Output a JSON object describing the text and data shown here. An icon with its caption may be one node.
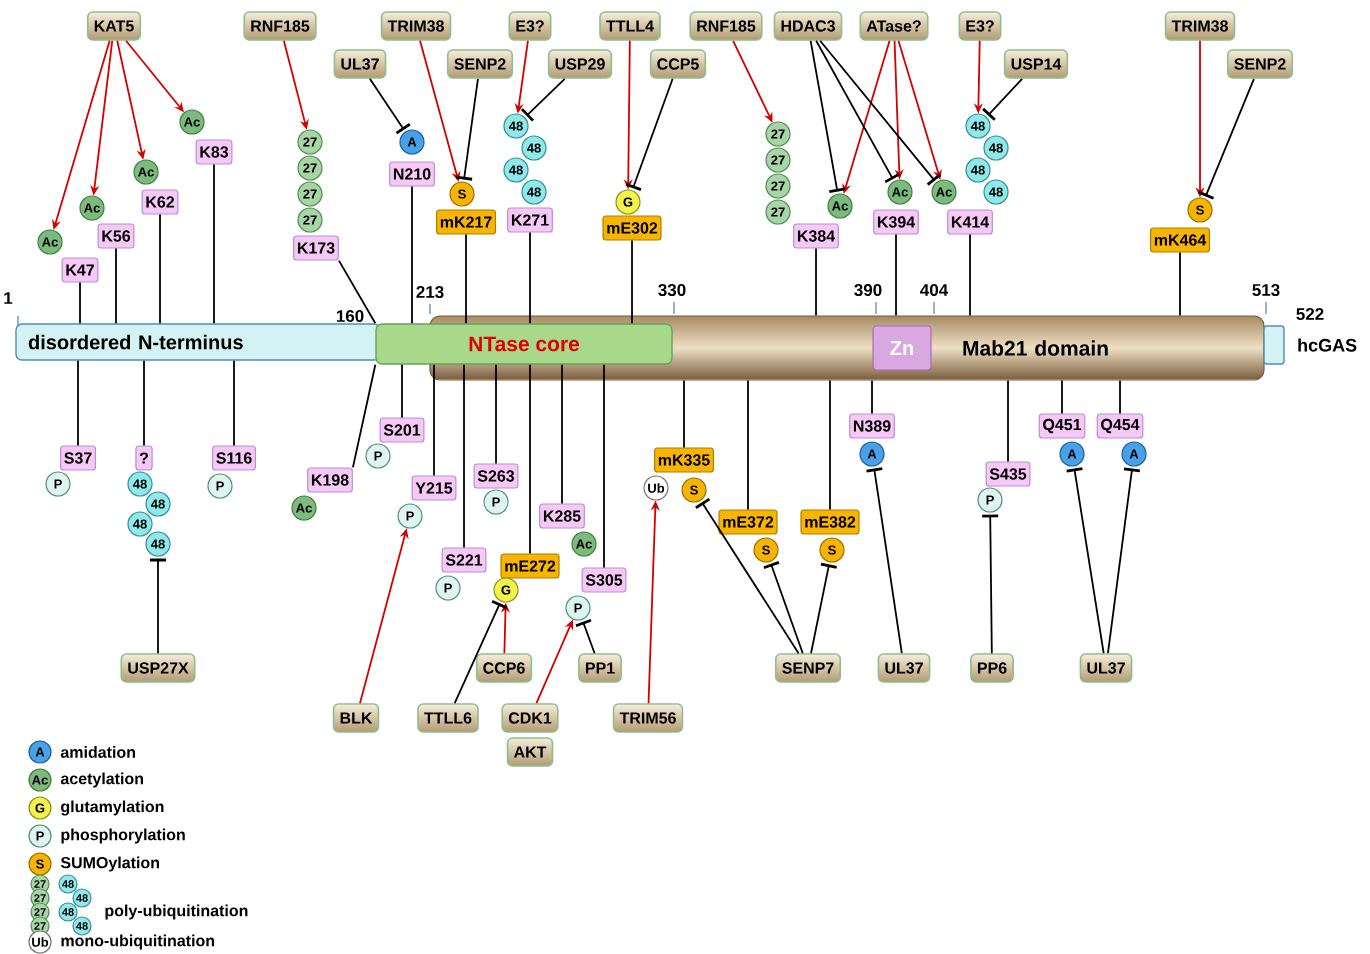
{
  "diagram": {
    "nodes": [
      {
        "text": [
          "disordered N-terminus"
        ]
      },
      {
        "text": [
          "NTase core"
        ]
      },
      {
        "text": [
          "Mab21 domain"
        ]
      },
      {
        "text": [
          "Zn"
        ],
        "in": 2
      },
      {
        "text": [],
        "shape": "bar",
        "beside": [
          "hcGAS"
        ]
      },
      {
        "text": [
          "KAT5"
        ]
      },
      {
        "text": [
          "RNF185"
        ]
      },
      {
        "text": [
          "UL37"
        ]
      },
      {
        "text": [
          "TRIM38"
        ]
      },
      {
        "text": [
          "SENP2"
        ]
      },
      {
        "text": [
          "E3?"
        ]
      },
      {
        "text": [
          "USP29"
        ]
      },
      {
        "text": [
          "TTLL4"
        ]
      },
      {
        "text": [
          "CCP5"
        ]
      },
      {
        "text": [
          "RNF185"
        ]
      },
      {
        "text": [
          "HDAC3"
        ]
      },
      {
        "text": [
          "ATase?"
        ]
      },
      {
        "text": [
          "E3?"
        ]
      },
      {
        "text": [
          "USP14"
        ]
      },
      {
        "text": [
          "TRIM38"
        ]
      },
      {
        "text": [
          "SENP2"
        ]
      },
      {
        "text": [
          "K47"
        ]
      },
      {
        "text": [
          "Ac"
        ]
      },
      {
        "text": [
          "K56"
        ]
      },
      {
        "text": [
          "Ac"
        ]
      },
      {
        "text": [
          "K62"
        ]
      },
      {
        "text": [
          "Ac"
        ]
      },
      {
        "text": [
          "K83"
        ]
      },
      {
        "text": [
          "Ac"
        ]
      },
      {
        "text": [
          "K173"
        ]
      },
      {
        "text": [
          "27"
        ]
      },
      {
        "text": [
          "27"
        ]
      },
      {
        "text": [
          "27"
        ]
      },
      {
        "text": [
          "27"
        ]
      },
      {
        "text": [
          "N210"
        ]
      },
      {
        "text": [
          "A"
        ]
      },
      {
        "text": [
          "mK217"
        ]
      },
      {
        "text": [
          "S"
        ]
      },
      {
        "text": [
          "K271"
        ]
      },
      {
        "text": [
          "48"
        ]
      },
      {
        "text": [
          "48"
        ]
      },
      {
        "text": [
          "48"
        ]
      },
      {
        "text": [
          "48"
        ]
      },
      {
        "text": [
          "mE302"
        ]
      },
      {
        "text": [
          "G"
        ]
      },
      {
        "text": [
          "K384"
        ]
      },
      {
        "text": [
          "27"
        ]
      },
      {
        "text": [
          "27"
        ]
      },
      {
        "text": [
          "27"
        ]
      },
      {
        "text": [
          "27"
        ]
      },
      {
        "text": [
          "Ac"
        ]
      },
      {
        "text": [
          "K394"
        ]
      },
      {
        "text": [
          "Ac"
        ]
      },
      {
        "text": [
          "K414"
        ]
      },
      {
        "text": [
          "Ac"
        ]
      },
      {
        "text": [
          "48"
        ]
      },
      {
        "text": [
          "48"
        ]
      },
      {
        "text": [
          "48"
        ]
      },
      {
        "text": [
          "48"
        ]
      },
      {
        "text": [
          "mK464"
        ]
      },
      {
        "text": [
          "S"
        ]
      },
      {
        "text": [
          "S37"
        ]
      },
      {
        "text": [
          "P"
        ]
      },
      {
        "text": [
          "?"
        ]
      },
      {
        "text": [
          "48"
        ]
      },
      {
        "text": [
          "48"
        ]
      },
      {
        "text": [
          "48"
        ]
      },
      {
        "text": [
          "48"
        ]
      },
      {
        "text": [
          "S116"
        ]
      },
      {
        "text": [
          "P"
        ]
      },
      {
        "text": [
          "K198"
        ]
      },
      {
        "text": [
          "Ac"
        ]
      },
      {
        "text": [
          "S201"
        ]
      },
      {
        "text": [
          "P"
        ]
      },
      {
        "text": [
          "Y215"
        ]
      },
      {
        "text": [
          "P"
        ]
      },
      {
        "text": [
          "S221"
        ]
      },
      {
        "text": [
          "P"
        ]
      },
      {
        "text": [
          "S263"
        ]
      },
      {
        "text": [
          "P"
        ]
      },
      {
        "text": [
          "mE272"
        ]
      },
      {
        "text": [
          "G"
        ]
      },
      {
        "text": [
          "K285"
        ]
      },
      {
        "text": [
          "Ac"
        ]
      },
      {
        "text": [
          "S305"
        ]
      },
      {
        "text": [
          "P"
        ]
      },
      {
        "text": [
          "mK335"
        ]
      },
      {
        "text": [
          "Ub"
        ]
      },
      {
        "text": [
          "S"
        ]
      },
      {
        "text": [
          "mE372"
        ]
      },
      {
        "text": [
          "S"
        ]
      },
      {
        "text": [
          "mE382"
        ]
      },
      {
        "text": [
          "S"
        ]
      },
      {
        "text": [
          "N389"
        ]
      },
      {
        "text": [
          "A"
        ]
      },
      {
        "text": [
          "S435"
        ]
      },
      {
        "text": [
          "P"
        ]
      },
      {
        "text": [
          "Q451"
        ]
      },
      {
        "text": [
          "A"
        ]
      },
      {
        "text": [
          "Q454"
        ]
      },
      {
        "text": [
          "A"
        ]
      },
      {
        "text": [
          "USP27X"
        ]
      },
      {
        "text": [
          "BLK"
        ]
      },
      {
        "text": [
          "TTLL6"
        ]
      },
      {
        "text": [
          "CCP6"
        ]
      },
      {
        "text": [
          "CDK1"
        ]
      },
      {
        "text": [
          "AKT"
        ]
      },
      {
        "text": [
          "PP1"
        ]
      },
      {
        "text": [
          "TRIM56"
        ]
      },
      {
        "text": [
          "SENP7"
        ]
      },
      {
        "text": [
          "UL37"
        ]
      },
      {
        "text": [
          "PP6"
        ]
      },
      {
        "text": [
          "UL37"
        ]
      }
    ],
    "edges": [
      {
        "from": 5,
        "to": 22,
        "arrow": "to",
        "color": "#d40000"
      },
      {
        "from": 5,
        "to": 24,
        "arrow": "to",
        "color": "#d40000"
      },
      {
        "from": 5,
        "to": 26,
        "arrow": "to",
        "color": "#d40000"
      },
      {
        "from": 5,
        "to": 28,
        "arrow": "to",
        "color": "#d40000"
      },
      {
        "from": 6,
        "to": 30,
        "arrow": "to",
        "color": "#d40000"
      },
      {
        "from": 8,
        "to": 37,
        "arrow": "to",
        "color": "#d40000"
      },
      {
        "from": 10,
        "to": 39,
        "arrow": "to",
        "color": "#d40000"
      },
      {
        "from": 12,
        "to": 44,
        "arrow": "to",
        "color": "#d40000"
      },
      {
        "from": 14,
        "to": 46,
        "arrow": "to",
        "color": "#d40000"
      },
      {
        "from": 16,
        "to": 50,
        "arrow": "to",
        "color": "#d40000"
      },
      {
        "from": 16,
        "to": 52,
        "arrow": "to",
        "color": "#d40000"
      },
      {
        "from": 16,
        "to": 54,
        "arrow": "to",
        "color": "#d40000"
      },
      {
        "from": 17,
        "to": 55,
        "arrow": "to",
        "color": "#d40000"
      },
      {
        "from": 19,
        "to": 60,
        "arrow": "to",
        "color": "#d40000"
      },
      {
        "from": 102,
        "to": 75,
        "arrow": "to",
        "color": "#d40000"
      },
      {
        "from": 104,
        "to": 81,
        "arrow": "to",
        "color": "#d40000"
      },
      {
        "from": 105,
        "to": 85,
        "arrow": "to",
        "color": "#d40000"
      },
      {
        "from": 108,
        "to": 87,
        "arrow": "to",
        "color": "#d40000"
      },
      {
        "from": 7,
        "to": 35,
        "arrow": "other"
      },
      {
        "from": 9,
        "to": 37,
        "arrow": "other"
      },
      {
        "from": 11,
        "to": 39,
        "arrow": "other"
      },
      {
        "from": 13,
        "to": 44,
        "arrow": "other"
      },
      {
        "from": 15,
        "to": 50,
        "arrow": "other"
      },
      {
        "from": 15,
        "to": 52,
        "arrow": "other"
      },
      {
        "from": 15,
        "to": 54,
        "arrow": "other"
      },
      {
        "from": 18,
        "to": 55,
        "arrow": "other"
      },
      {
        "from": 20,
        "to": 60,
        "arrow": "other"
      },
      {
        "from": 101,
        "to": 67,
        "arrow": "other"
      },
      {
        "from": 103,
        "to": 81,
        "arrow": "other"
      },
      {
        "from": 107,
        "to": 85,
        "arrow": "other"
      },
      {
        "from": 109,
        "to": 88,
        "arrow": "other"
      },
      {
        "from": 109,
        "to": 90,
        "arrow": "other"
      },
      {
        "from": 109,
        "to": 92,
        "arrow": "other"
      },
      {
        "from": 110,
        "to": 94,
        "arrow": "other"
      },
      {
        "from": 111,
        "to": 96,
        "arrow": "other"
      },
      {
        "from": 112,
        "to": 98,
        "arrow": "other"
      },
      {
        "from": 112,
        "to": 100,
        "arrow": "other"
      },
      {
        "from": 21,
        "to": 0,
        "arrow": "none"
      },
      {
        "from": 23,
        "to": 0,
        "arrow": "none"
      },
      {
        "from": 25,
        "to": 0,
        "arrow": "none"
      },
      {
        "from": 27,
        "to": 0,
        "arrow": "none"
      },
      {
        "from": 29,
        "to": 1,
        "arrow": "none"
      },
      {
        "from": 34,
        "to": 1,
        "arrow": "none"
      },
      {
        "from": 36,
        "to": 1,
        "arrow": "none"
      },
      {
        "from": 38,
        "to": 1,
        "arrow": "none"
      },
      {
        "from": 43,
        "to": 1,
        "arrow": "none"
      },
      {
        "from": 45,
        "to": 2,
        "arrow": "none"
      },
      {
        "from": 51,
        "to": 2,
        "arrow": "none"
      },
      {
        "from": 53,
        "to": 2,
        "arrow": "none"
      },
      {
        "from": 59,
        "to": 2,
        "arrow": "none"
      },
      {
        "from": 61,
        "to": 0,
        "arrow": "none"
      },
      {
        "from": 63,
        "to": 0,
        "arrow": "none"
      },
      {
        "from": 68,
        "to": 0,
        "arrow": "none"
      },
      {
        "from": 70,
        "to": 1,
        "arrow": "none"
      },
      {
        "from": 72,
        "to": 1,
        "arrow": "none"
      },
      {
        "from": 74,
        "to": 1,
        "arrow": "none"
      },
      {
        "from": 76,
        "to": 1,
        "arrow": "none"
      },
      {
        "from": 78,
        "to": 1,
        "arrow": "none"
      },
      {
        "from": 80,
        "to": 1,
        "arrow": "none"
      },
      {
        "from": 82,
        "to": 1,
        "arrow": "none"
      },
      {
        "from": 84,
        "to": 1,
        "arrow": "none"
      },
      {
        "from": 86,
        "to": 2,
        "arrow": "none"
      },
      {
        "from": 89,
        "to": 2,
        "arrow": "none"
      },
      {
        "from": 91,
        "to": 2,
        "arrow": "none"
      },
      {
        "from": 93,
        "to": 2,
        "arrow": "none"
      },
      {
        "from": 95,
        "to": 2,
        "arrow": "none"
      },
      {
        "from": 97,
        "to": 2,
        "arrow": "none"
      },
      {
        "from": 99,
        "to": 2,
        "arrow": "none"
      }
    ],
    "labels": [
      "1",
      "160",
      "213",
      "330",
      "390",
      "404",
      "513",
      "522",
      "A",
      "Ac",
      "G",
      "P",
      "S",
      "27",
      "48",
      "27",
      "48",
      "27",
      "48",
      "27",
      "48",
      "Ub"
    ],
    "legend": [
      {
        "text": "amidation"
      },
      {
        "text": "acetylation"
      },
      {
        "text": "glutamylation"
      },
      {
        "text": "phosphorylation"
      },
      {
        "text": "SUMOylation"
      },
      {
        "text": "poly-ubiquitination"
      },
      {
        "text": "mono-ubiquitination"
      }
    ]
  }
}
